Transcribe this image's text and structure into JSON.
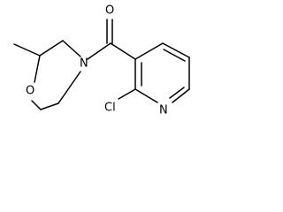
{
  "diagram": {
    "atoms": {
      "oxygen_carbonyl": "O",
      "nitrogen_morpholine": "N",
      "oxygen_morpholine": "O",
      "chlorine": "Cl",
      "nitrogen_pyridine": "N"
    }
  }
}
